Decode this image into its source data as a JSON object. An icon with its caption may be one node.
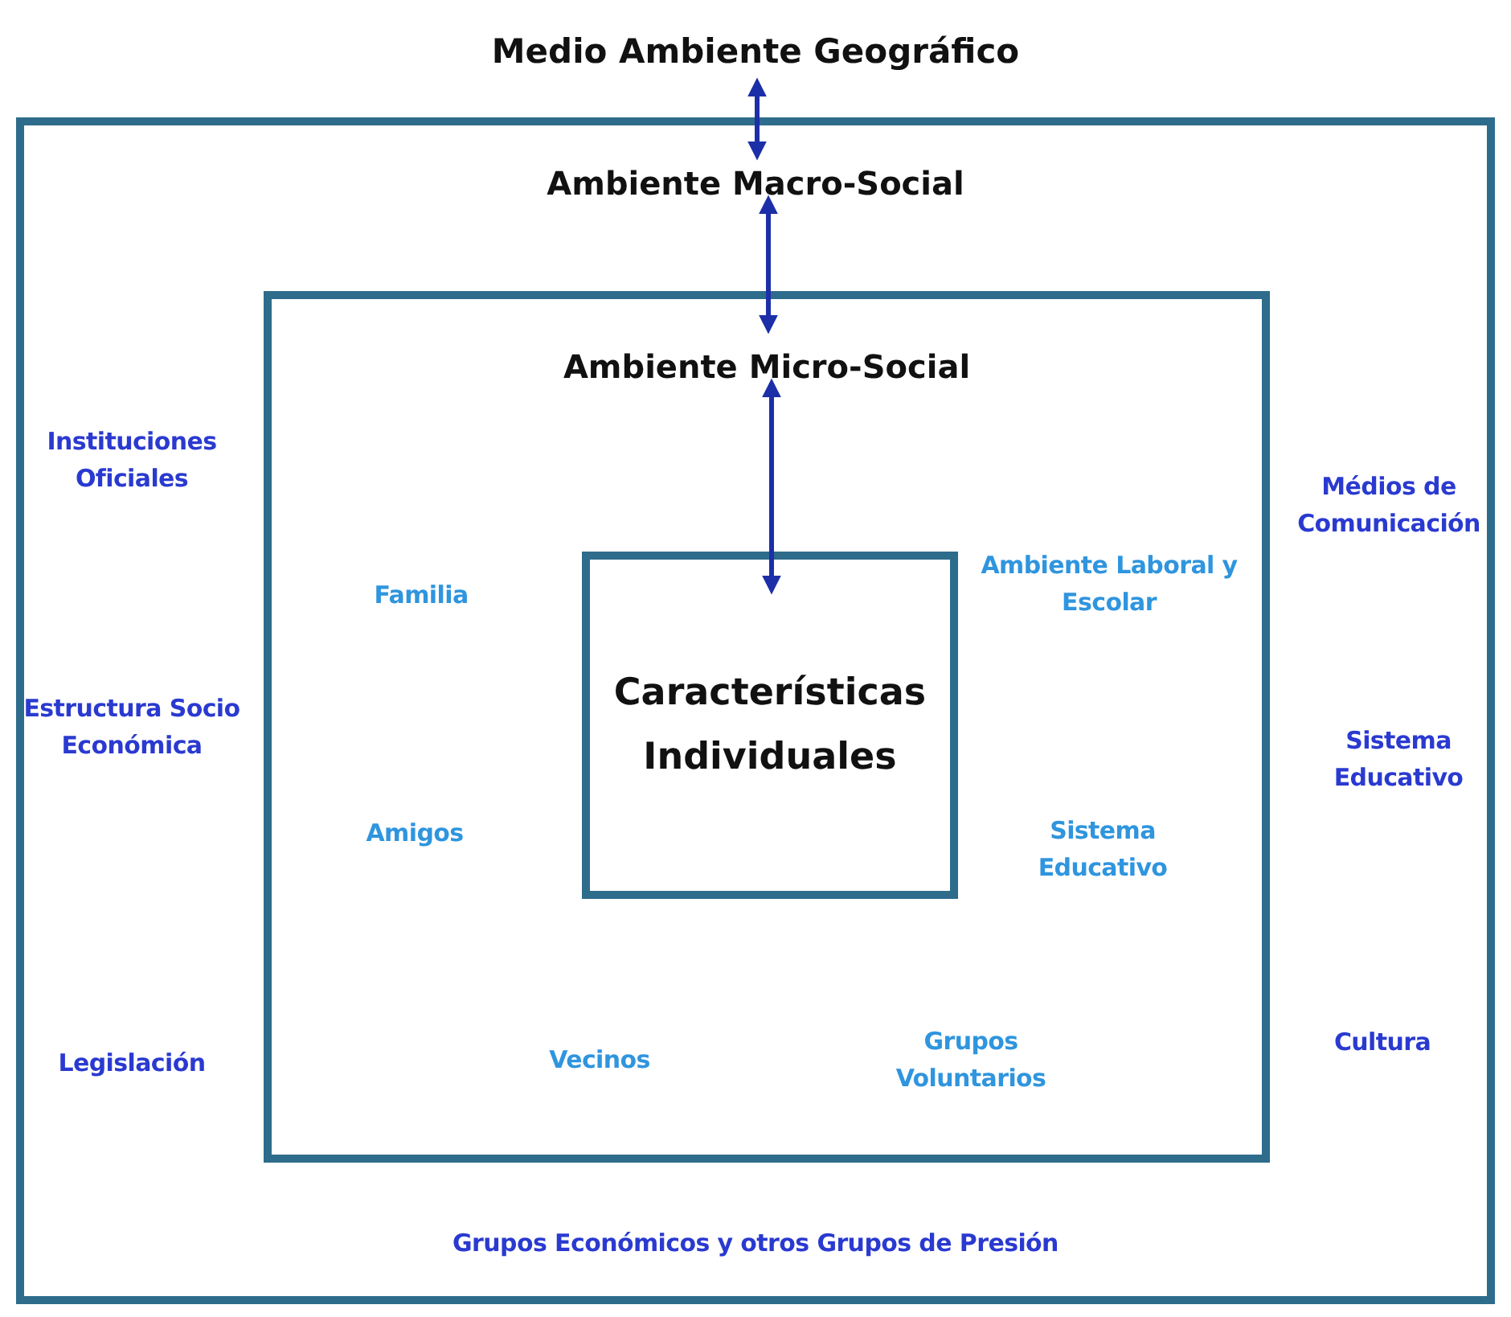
{
  "diagram": {
    "nodes": [
      {
        "text": [
          "Medio Ambiente Geográfico"
        ]
      },
      {
        "text": [
          "Ambiente Macro-Social"
        ]
      },
      {
        "text": [
          "Ambiente Micro-Social"
        ],
        "in": 1
      },
      {
        "text": [
          "Características Individuales"
        ],
        "in": 2
      }
    ],
    "edges": [
      {
        "from": 0,
        "to": 1,
        "arrow": "both"
      },
      {
        "from": 1,
        "to": 2,
        "arrow": "both"
      },
      {
        "from": 2,
        "to": 3,
        "arrow": "both"
      }
    ],
    "labels": [
      "Instituciones Oficiales",
      "Médios de Comunicación",
      "Familia",
      "Ambiente Laboral y Escolar",
      "Estructura Socio Económica",
      "Sistema Educativo",
      "Amigos",
      "Sistema Educativo",
      "Legislación",
      "Vecinos",
      "Grupos Voluntarios",
      "Cultura",
      "Grupos Económicos y otros Grupos de Presión"
    ]
  }
}
